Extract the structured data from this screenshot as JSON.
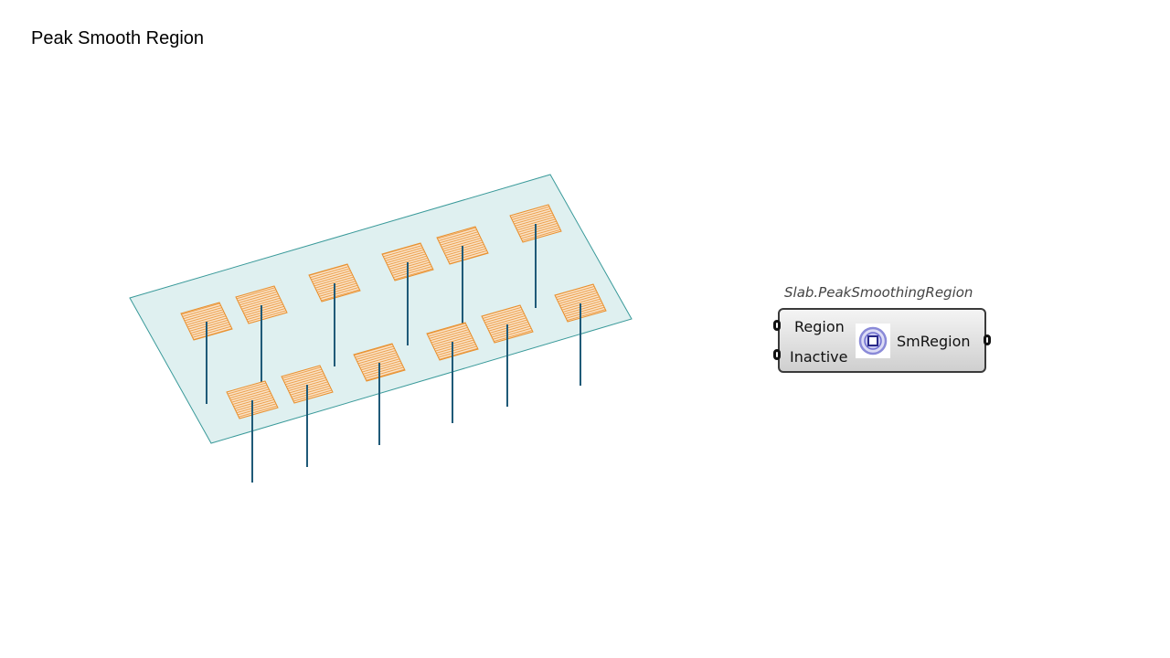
{
  "title": "Peak Smooth Region",
  "component": {
    "name": "Slab.PeakSmoothingRegion",
    "inputs": [
      "Region",
      "Inactive"
    ],
    "output": "SmRegion",
    "icon": "smoothing-region-icon"
  },
  "colors": {
    "slab_fill": "#dff0f0",
    "slab_edge": "#3a9a9a",
    "patch": "#e8902e",
    "column": "#1f5a78"
  }
}
